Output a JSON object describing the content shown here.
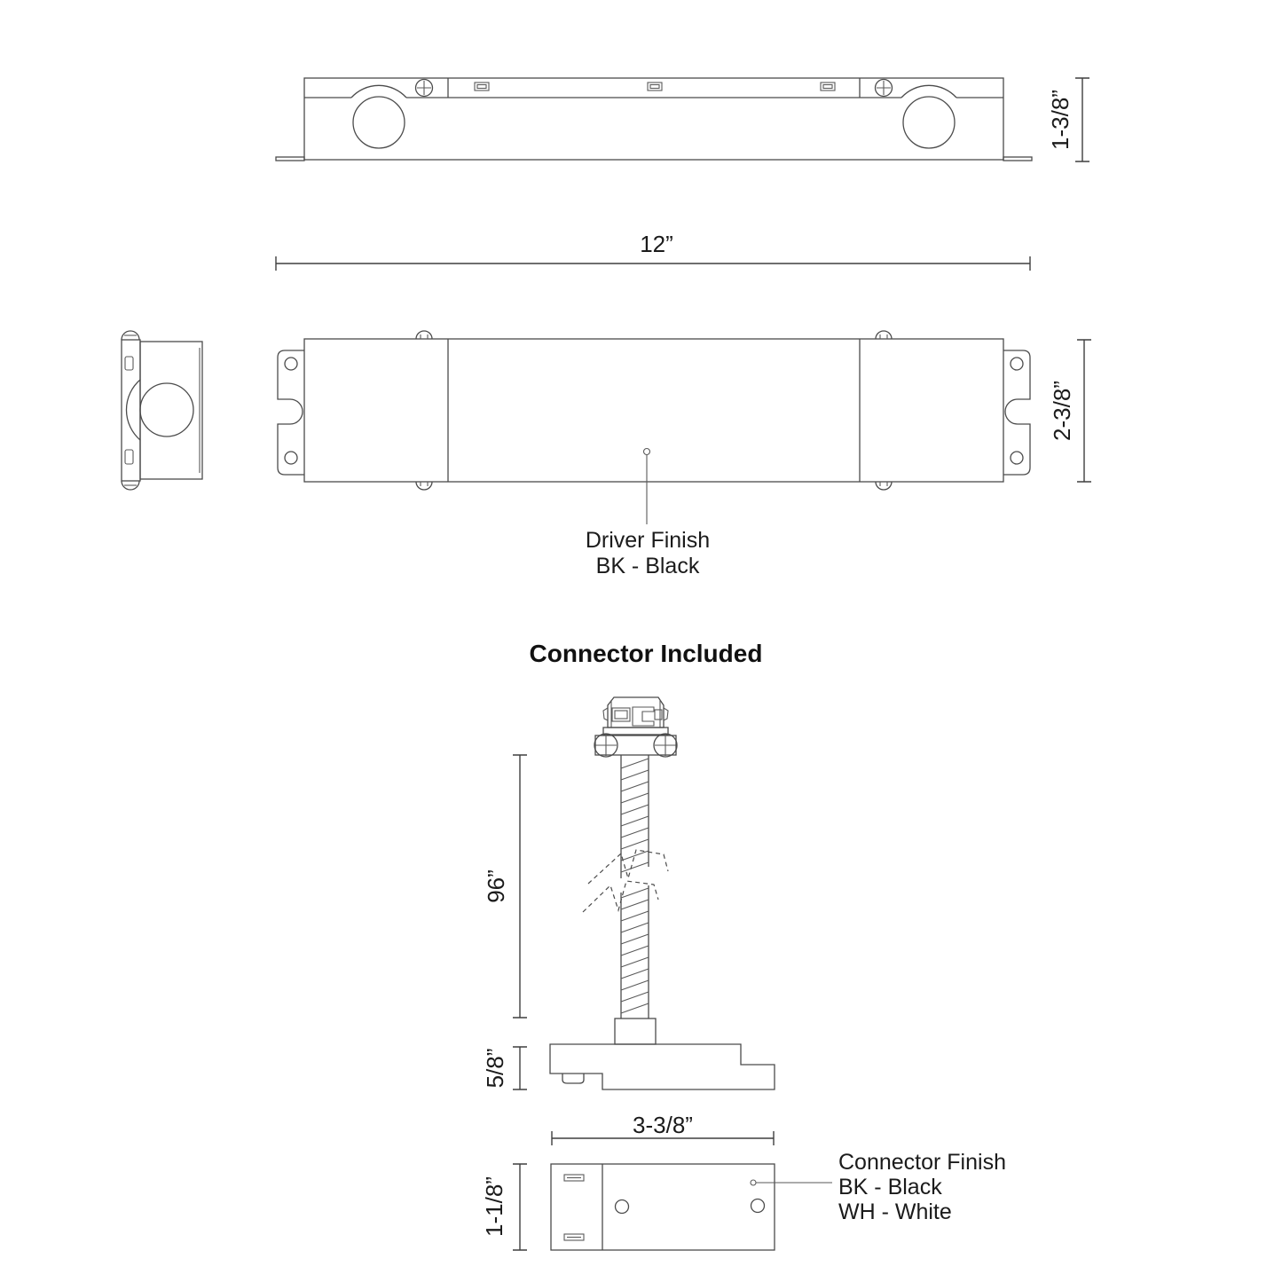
{
  "drawing": {
    "background": "#ffffff",
    "line_color": "#4b4b4b",
    "text_color": "#1b1b1b"
  },
  "driver": {
    "length": "12”",
    "height": "1-3/8”",
    "depth": "2-3/8”",
    "finish_label": "Driver Finish",
    "finish_option": "BK - Black"
  },
  "connector": {
    "heading": "Connector Included",
    "cable_length": "96”",
    "base_height": "5/8”",
    "base_length": "3-3/8”",
    "base_width": "1-1/8”",
    "finish_label": "Connector Finish",
    "finish_options": [
      "BK - Black",
      "WH - White"
    ]
  }
}
